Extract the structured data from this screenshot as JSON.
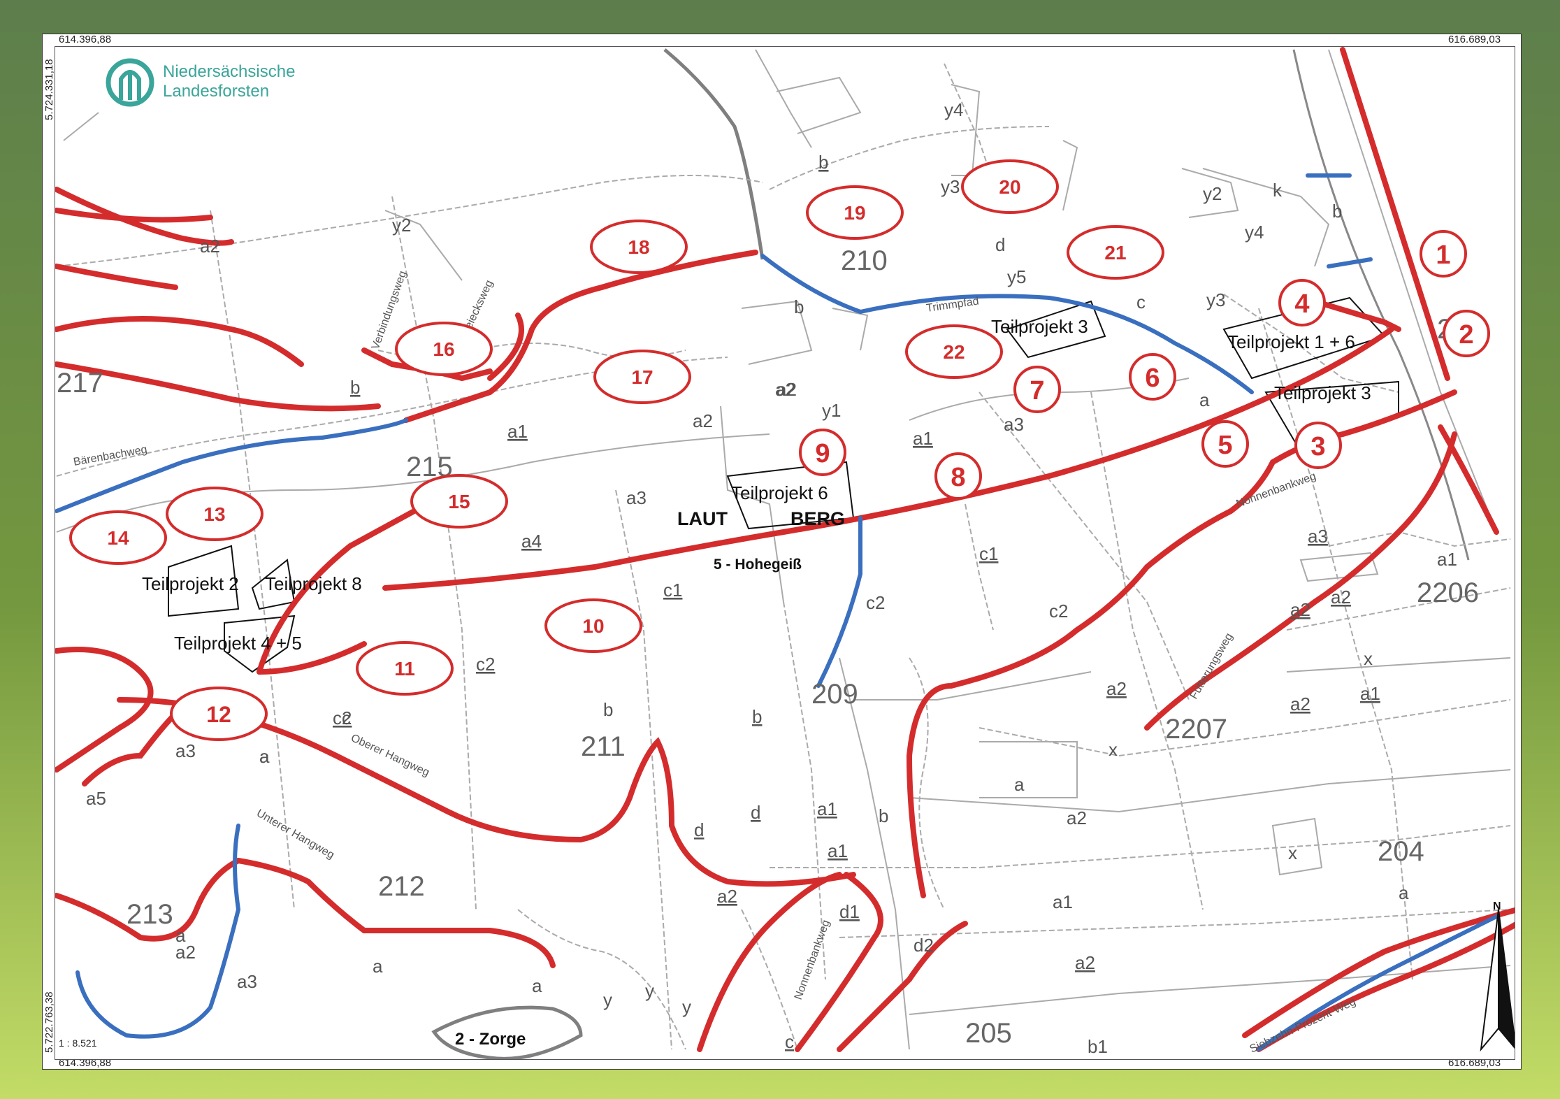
{
  "coordinates": {
    "top_left": "614.396,88",
    "top_right": "616.689,03",
    "bottom_left": "614.396,88",
    "bottom_right": "616.689,03",
    "left_top": "5.724.331,18",
    "left_bottom": "5.722.763,38"
  },
  "logo": {
    "line1": "Niedersächsische",
    "line2": "Landesforsten",
    "color": "#3aa59a"
  },
  "scale": "1 : 8.521",
  "colors": {
    "route": "#d42c2c",
    "blue_route": "#3a6fbf",
    "marker": "#d42c2c",
    "grid": "#999999"
  },
  "districts": [
    {
      "label": "210"
    },
    {
      "label": "211"
    },
    {
      "label": "212"
    },
    {
      "label": "213"
    },
    {
      "label": "215"
    },
    {
      "label": "217"
    },
    {
      "label": "209"
    },
    {
      "label": "2206"
    },
    {
      "label": "2207"
    },
    {
      "label": "204"
    },
    {
      "label": "205"
    },
    {
      "label": "22"
    }
  ],
  "subareas": [
    "y4",
    "b",
    "y3",
    "y2",
    "k",
    "y4",
    "b",
    "a2",
    "y2",
    "a2",
    "b",
    "y5",
    "d",
    "b",
    "a2",
    "y1",
    "a2",
    "a1",
    "a3",
    "a",
    "c",
    "y3",
    "a1",
    "a3",
    "a4",
    "c1",
    "c1",
    "c2",
    "c2",
    "c2",
    "a3",
    "a1",
    "x",
    "a2",
    "a2",
    "a2",
    "a1",
    "a2",
    "x",
    "a",
    "a1",
    "x",
    "a",
    "a2",
    "a",
    "c2",
    "b",
    "d",
    "b",
    "a1",
    "b",
    "a2",
    "d1",
    "d2",
    "a",
    "a1",
    "a2",
    "a3",
    "y",
    "y",
    "y",
    "a",
    "c",
    "b1",
    "a5",
    "a3",
    "a",
    "c",
    "a2",
    "a",
    "d"
  ],
  "place_labels": [
    {
      "text": "LAUT"
    },
    {
      "text": "BERG"
    },
    {
      "text": "5 - Hohegeiß"
    },
    {
      "text": "2 - Zorge"
    }
  ],
  "projects": [
    {
      "label": "Teilprojekt 3"
    },
    {
      "label": "Teilprojekt 1 + 6"
    },
    {
      "label": "Teilprojekt 3"
    },
    {
      "label": "Teilprojekt 6"
    },
    {
      "label": "Teilprojekt 2"
    },
    {
      "label": "Teilprojekt 8"
    },
    {
      "label": "Teilprojekt 4 + 5"
    }
  ],
  "roads": [
    {
      "label": "Bärenbachweg"
    },
    {
      "label": "Grüne Dreiecksweg"
    },
    {
      "label": "Verbindungsweg"
    },
    {
      "label": "Trimmpfad"
    },
    {
      "label": "Nonnenbankweg"
    },
    {
      "label": "Fütterungsweg"
    },
    {
      "label": "Oberer Hangweg"
    },
    {
      "label": "Unterer Hangweg"
    },
    {
      "label": "Nonnenbankweg"
    },
    {
      "label": "Siebzehn-Prozent-Weg"
    }
  ],
  "markers_oval": [
    {
      "number": "18"
    },
    {
      "number": "19"
    },
    {
      "number": "20"
    },
    {
      "number": "21"
    },
    {
      "number": "16"
    },
    {
      "number": "17"
    },
    {
      "number": "22"
    },
    {
      "number": "15"
    },
    {
      "number": "13"
    },
    {
      "number": "14"
    },
    {
      "number": "10"
    },
    {
      "number": "11"
    },
    {
      "number": "12"
    }
  ],
  "markers_circle": [
    {
      "number": "1"
    },
    {
      "number": "2"
    },
    {
      "number": "3"
    },
    {
      "number": "4"
    },
    {
      "number": "5"
    },
    {
      "number": "6"
    },
    {
      "number": "7"
    },
    {
      "number": "8"
    },
    {
      "number": "9"
    }
  ],
  "north_arrow": {
    "label": "N"
  }
}
